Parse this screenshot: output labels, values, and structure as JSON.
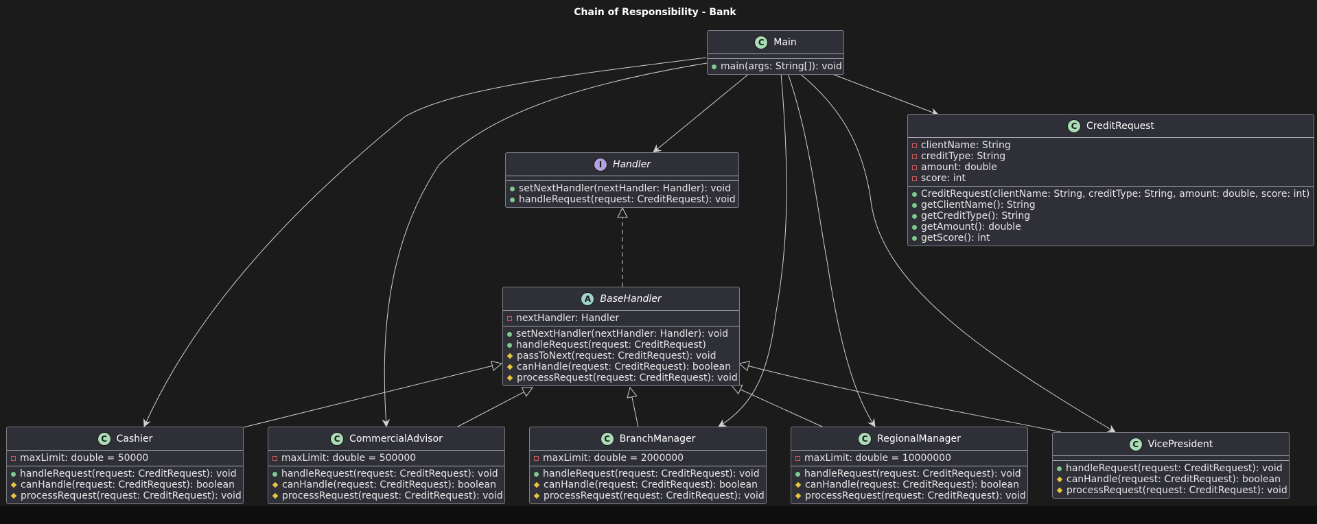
{
  "title": "Chain of Responsibility - Bank",
  "colors": {
    "background": "#1b1b1b",
    "class_fill": "#2f2f37",
    "class_border": "#7d7d86",
    "edge": "#d0d0d0",
    "public": "#7ec98d",
    "private": "#c85a5a",
    "protected": "#e8c640"
  },
  "classes": {
    "main": {
      "name": "Main",
      "stereotype": "C",
      "fields": [],
      "methods": [
        {
          "visibility": "public",
          "text": "main(args: String[]): void"
        }
      ]
    },
    "creditrequest": {
      "name": "CreditRequest",
      "stereotype": "C",
      "fields": [
        {
          "visibility": "private",
          "text": "clientName: String"
        },
        {
          "visibility": "private",
          "text": "creditType: String"
        },
        {
          "visibility": "private",
          "text": "amount: double"
        },
        {
          "visibility": "private",
          "text": "score: int"
        }
      ],
      "methods": [
        {
          "visibility": "public",
          "text": "CreditRequest(clientName: String, creditType: String, amount: double, score: int)"
        },
        {
          "visibility": "public",
          "text": "getClientName(): String"
        },
        {
          "visibility": "public",
          "text": "getCreditType(): String"
        },
        {
          "visibility": "public",
          "text": "getAmount(): double"
        },
        {
          "visibility": "public",
          "text": "getScore(): int"
        }
      ]
    },
    "handler": {
      "name": "Handler",
      "stereotype": "I",
      "fields": [],
      "methods": [
        {
          "visibility": "public",
          "text": "setNextHandler(nextHandler: Handler): void"
        },
        {
          "visibility": "public",
          "text": "handleRequest(request: CreditRequest): void"
        }
      ]
    },
    "basehandler": {
      "name": "BaseHandler",
      "stereotype": "A",
      "fields": [
        {
          "visibility": "private",
          "text": "nextHandler: Handler"
        }
      ],
      "methods": [
        {
          "visibility": "public",
          "text": "setNextHandler(nextHandler: Handler): void"
        },
        {
          "visibility": "public",
          "text": "handleRequest(request: CreditRequest)"
        },
        {
          "visibility": "protected",
          "text": "passToNext(request: CreditRequest): void"
        },
        {
          "visibility": "protected",
          "text": "canHandle(request: CreditRequest): boolean"
        },
        {
          "visibility": "protected",
          "text": "processRequest(request: CreditRequest): void"
        }
      ]
    },
    "cashier": {
      "name": "Cashier",
      "stereotype": "C",
      "fields": [
        {
          "visibility": "private",
          "text": "maxLimit: double = 50000"
        }
      ],
      "methods": [
        {
          "visibility": "public",
          "text": "handleRequest(request: CreditRequest): void"
        },
        {
          "visibility": "protected",
          "text": "canHandle(request: CreditRequest): boolean"
        },
        {
          "visibility": "protected",
          "text": "processRequest(request: CreditRequest): void"
        }
      ]
    },
    "commercialadvisor": {
      "name": "CommercialAdvisor",
      "stereotype": "C",
      "fields": [
        {
          "visibility": "private",
          "text": "maxLimit: double = 500000"
        }
      ],
      "methods": [
        {
          "visibility": "public",
          "text": "handleRequest(request: CreditRequest): void"
        },
        {
          "visibility": "protected",
          "text": "canHandle(request: CreditRequest): boolean"
        },
        {
          "visibility": "protected",
          "text": "processRequest(request: CreditRequest): void"
        }
      ]
    },
    "branchmanager": {
      "name": "BranchManager",
      "stereotype": "C",
      "fields": [
        {
          "visibility": "private",
          "text": "maxLimit: double = 2000000"
        }
      ],
      "methods": [
        {
          "visibility": "public",
          "text": "handleRequest(request: CreditRequest): void"
        },
        {
          "visibility": "protected",
          "text": "canHandle(request: CreditRequest): boolean"
        },
        {
          "visibility": "protected",
          "text": "processRequest(request: CreditRequest): void"
        }
      ]
    },
    "regionalmanager": {
      "name": "RegionalManager",
      "stereotype": "C",
      "fields": [
        {
          "visibility": "private",
          "text": "maxLimit: double = 10000000"
        }
      ],
      "methods": [
        {
          "visibility": "public",
          "text": "handleRequest(request: CreditRequest): void"
        },
        {
          "visibility": "protected",
          "text": "canHandle(request: CreditRequest): boolean"
        },
        {
          "visibility": "protected",
          "text": "processRequest(request: CreditRequest): void"
        }
      ]
    },
    "vicepresident": {
      "name": "VicePresident",
      "stereotype": "C",
      "fields": [],
      "methods": [
        {
          "visibility": "public",
          "text": "handleRequest(request: CreditRequest): void"
        },
        {
          "visibility": "protected",
          "text": "canHandle(request: CreditRequest): boolean"
        },
        {
          "visibility": "protected",
          "text": "processRequest(request: CreditRequest): void"
        }
      ]
    }
  }
}
